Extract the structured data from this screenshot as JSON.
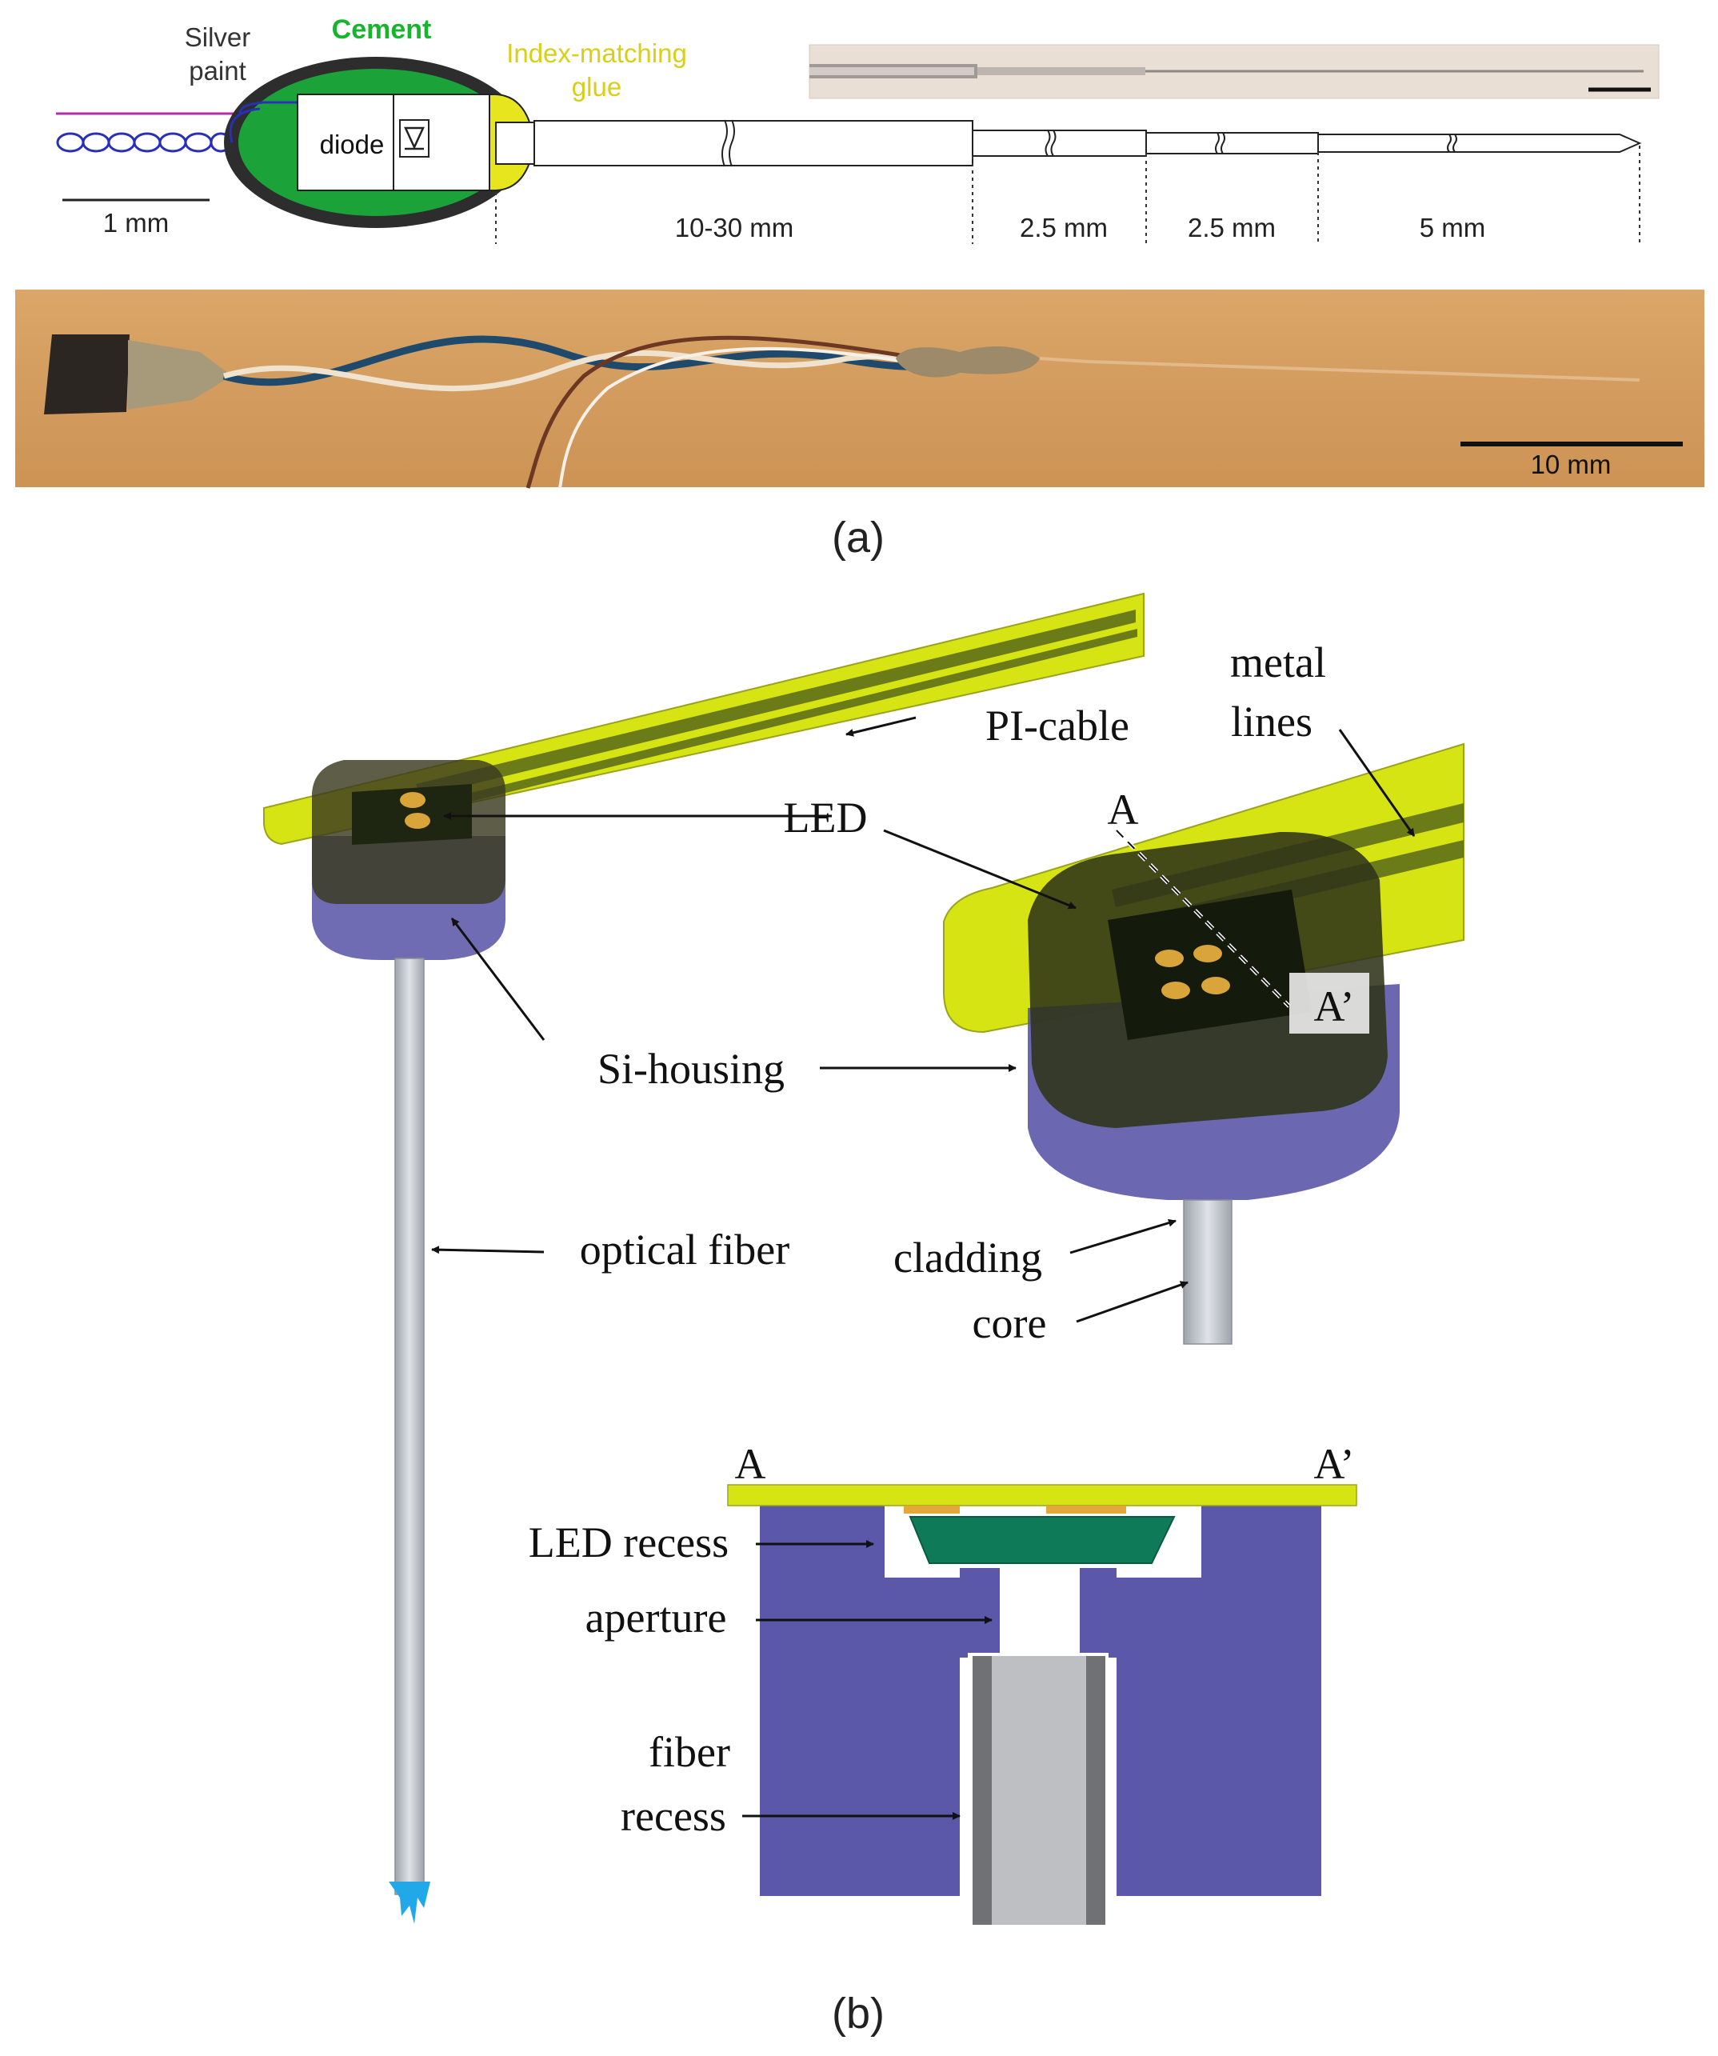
{
  "colors": {
    "cement": "#1ba33a",
    "cement_text": "#17b42d",
    "glue": "#e7e51d",
    "glue_text": "#d8cf18",
    "pi_cable": "#d7e413",
    "pi_cable_dark": "#58691a",
    "si_housing": "#5b58a9",
    "led_chip": "#0f7a58",
    "photo_bg": "#d59e5e",
    "fiber_tip": "#21a8e8"
  },
  "panel_a": {
    "labels": {
      "silver_paint_1": "Silver",
      "silver_paint_2": "paint",
      "cement": "Cement",
      "glue_1": "Index-matching",
      "glue_2": "glue",
      "diode": "diode",
      "scale_1mm": "1 mm",
      "seg_1": "10-30 mm",
      "seg_2": "2.5 mm",
      "seg_3": "2.5 mm",
      "seg_4": "5 mm",
      "photo_scale": "10 mm"
    },
    "caption": "(a)"
  },
  "panel_b": {
    "labels": {
      "pi_cable": "PI-cable",
      "metal_lines_1": "metal",
      "metal_lines_2": "lines",
      "led": "LED",
      "section_a": "A",
      "section_a_prime": "A’",
      "si_housing": "Si-housing",
      "optical_fiber": "optical fiber",
      "cladding": "cladding",
      "core": "core",
      "xs_a": "A",
      "xs_a_prime": "A’",
      "led_recess": "LED recess",
      "aperture": "aperture",
      "fiber_recess_1": "fiber",
      "fiber_recess_2": "recess"
    },
    "caption": "(b)"
  }
}
